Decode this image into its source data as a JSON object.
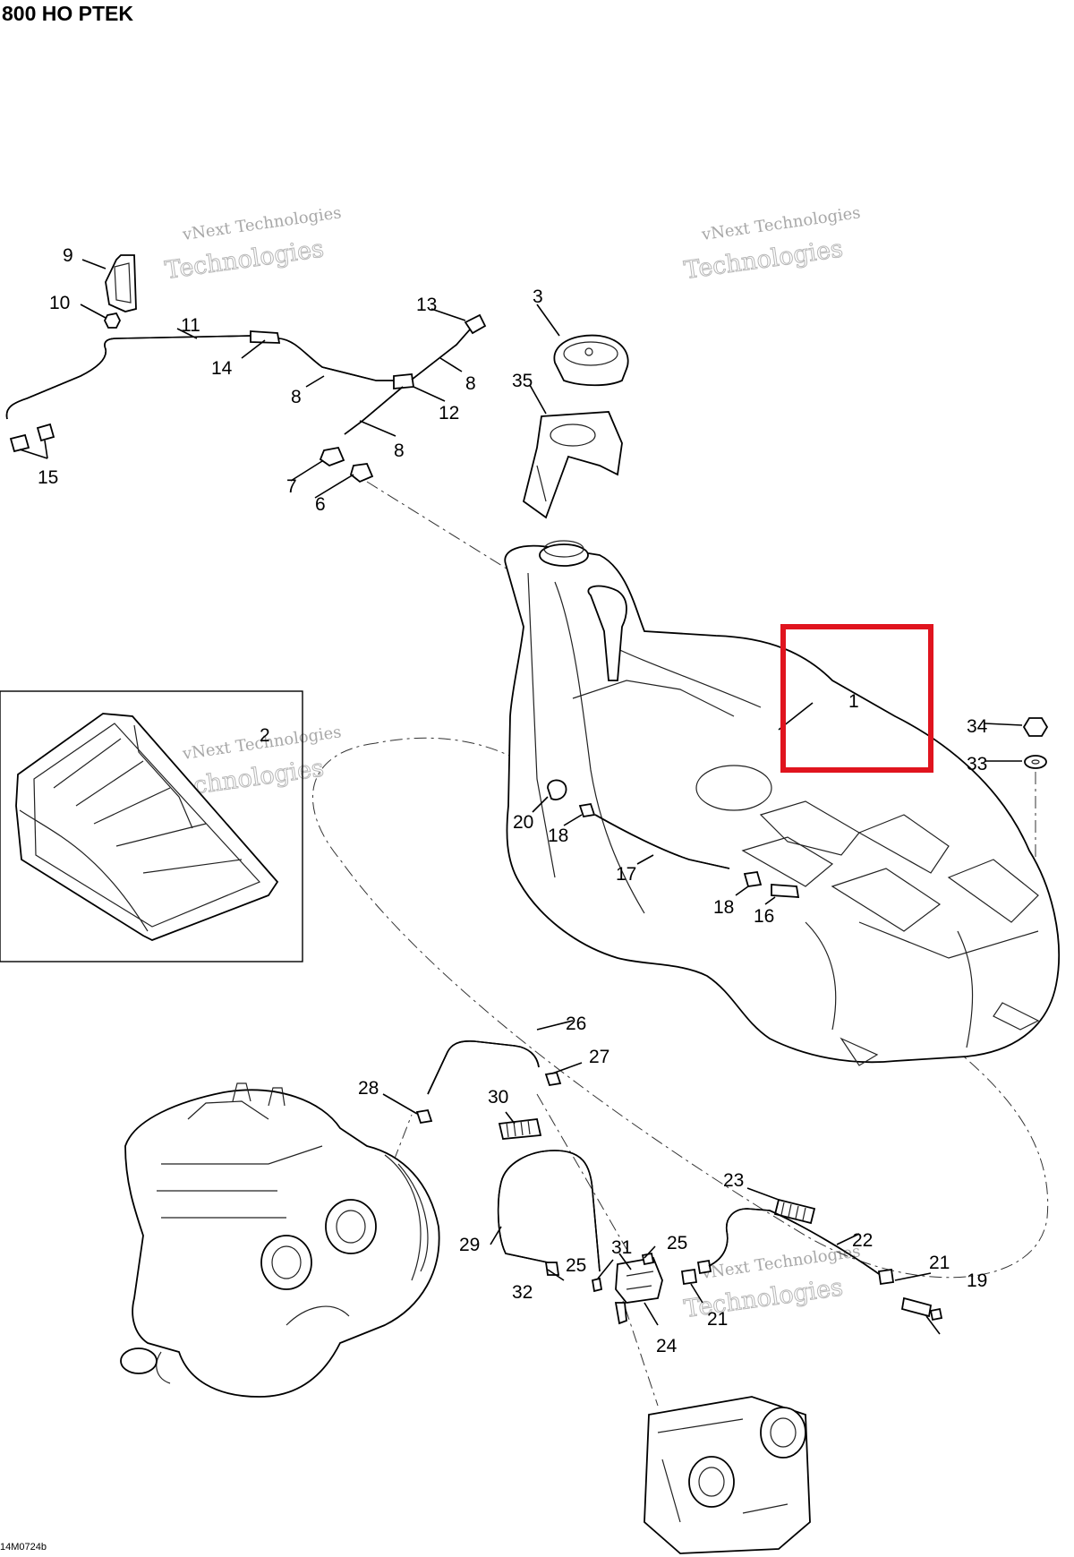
{
  "title": "800 HO PTEK",
  "footer_code": "14M0724b",
  "watermark": {
    "line1": "vNext Technologies",
    "line2": "Technologies"
  },
  "highlight_color": "#e0141e",
  "callouts": [
    {
      "id": "c1",
      "text": "1"
    },
    {
      "id": "c2",
      "text": "2"
    },
    {
      "id": "c3",
      "text": "3"
    },
    {
      "id": "c6",
      "text": "6"
    },
    {
      "id": "c7",
      "text": "7"
    },
    {
      "id": "c8a",
      "text": "8"
    },
    {
      "id": "c8b",
      "text": "8"
    },
    {
      "id": "c8c",
      "text": "8"
    },
    {
      "id": "c9",
      "text": "9"
    },
    {
      "id": "c10",
      "text": "10"
    },
    {
      "id": "c11",
      "text": "11"
    },
    {
      "id": "c12",
      "text": "12"
    },
    {
      "id": "c13",
      "text": "13"
    },
    {
      "id": "c14",
      "text": "14"
    },
    {
      "id": "c15",
      "text": "15"
    },
    {
      "id": "c16",
      "text": "16"
    },
    {
      "id": "c17",
      "text": "17"
    },
    {
      "id": "c18a",
      "text": "18"
    },
    {
      "id": "c18b",
      "text": "18"
    },
    {
      "id": "c19",
      "text": "19"
    },
    {
      "id": "c20",
      "text": "20"
    },
    {
      "id": "c21a",
      "text": "21"
    },
    {
      "id": "c21b",
      "text": "21"
    },
    {
      "id": "c22",
      "text": "22"
    },
    {
      "id": "c23",
      "text": "23"
    },
    {
      "id": "c24",
      "text": "24"
    },
    {
      "id": "c25a",
      "text": "25"
    },
    {
      "id": "c25b",
      "text": "25"
    },
    {
      "id": "c26",
      "text": "26"
    },
    {
      "id": "c27",
      "text": "27"
    },
    {
      "id": "c28",
      "text": "28"
    },
    {
      "id": "c29",
      "text": "29"
    },
    {
      "id": "c30",
      "text": "30"
    },
    {
      "id": "c31",
      "text": "31"
    },
    {
      "id": "c32",
      "text": "32"
    },
    {
      "id": "c33",
      "text": "33"
    },
    {
      "id": "c34",
      "text": "34"
    },
    {
      "id": "c35",
      "text": "35"
    }
  ]
}
